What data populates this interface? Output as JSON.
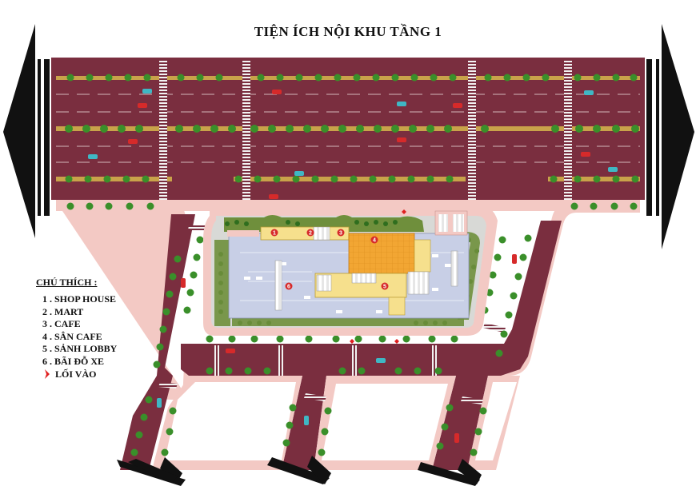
{
  "title": "TIỆN ÍCH NỘI KHU TẦNG 1",
  "legend": {
    "heading": "CHÚ THÍCH :",
    "items": [
      {
        "num": "1",
        "label": "1 . SHOP HOUSE"
      },
      {
        "num": "2",
        "label": "2 . MART"
      },
      {
        "num": "3",
        "label": "3 . CAFE"
      },
      {
        "num": "4",
        "label": "4 . SÂN CAFE"
      },
      {
        "num": "5",
        "label": "5 . SẢNH LOBBY"
      },
      {
        "num": "6",
        "label": "6 . BÃI ĐỖ XE"
      }
    ],
    "entrance_label": "LỐI VÀO"
  },
  "zone_numbers": [
    "1",
    "2",
    "3",
    "4",
    "5",
    "6"
  ],
  "colors": {
    "road": "#7a2e3f",
    "sidewalk": "#f3c9c4",
    "podium": "#c8cfe6",
    "yellow_block": "#f6e08d",
    "orange_block": "#f2a633",
    "tree": "#3a8f2a",
    "entrance_marker": "#e02020",
    "arrow": "#111111"
  }
}
